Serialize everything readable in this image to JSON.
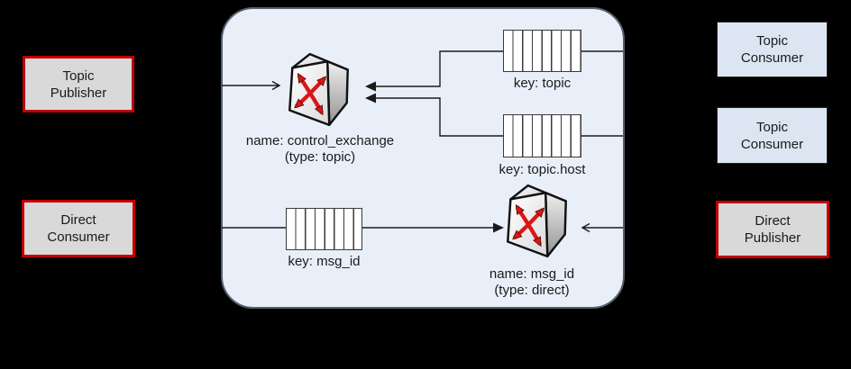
{
  "diagram": {
    "kind": "amqp-message-routing",
    "background": "#000000",
    "broker_fill": "#e9eff8",
    "broker_border": "#55606e",
    "line_color": "#1a1a1a",
    "accent_red": "#c00000",
    "arrow_red": "#db1616",
    "publisher_fill": "#d9d9d9",
    "consumer_fill": "#dce6f2"
  },
  "nodes": {
    "topic_publisher": {
      "line1": "Topic",
      "line2": "Publisher"
    },
    "direct_consumer": {
      "line1": "Direct",
      "line2": "Consumer"
    },
    "topic_consumer_1": {
      "line1": "Topic",
      "line2": "Consumer"
    },
    "topic_consumer_2": {
      "line1": "Topic",
      "line2": "Consumer"
    },
    "direct_publisher": {
      "line1": "Direct",
      "line2": "Publisher"
    }
  },
  "exchanges": {
    "topic": {
      "icon": "topic-exchange-icon",
      "name": "name: control_exchange",
      "type": "(type: topic)"
    },
    "direct": {
      "icon": "direct-exchange-icon",
      "name": "name: msg_id",
      "type": "(type: direct)"
    }
  },
  "queues": {
    "topic": {
      "icon": "queue-icon",
      "label": "key: topic"
    },
    "topic_host": {
      "icon": "queue-icon",
      "label": "key: topic.host"
    },
    "msg_id": {
      "icon": "queue-icon",
      "label": "key: msg_id"
    }
  }
}
